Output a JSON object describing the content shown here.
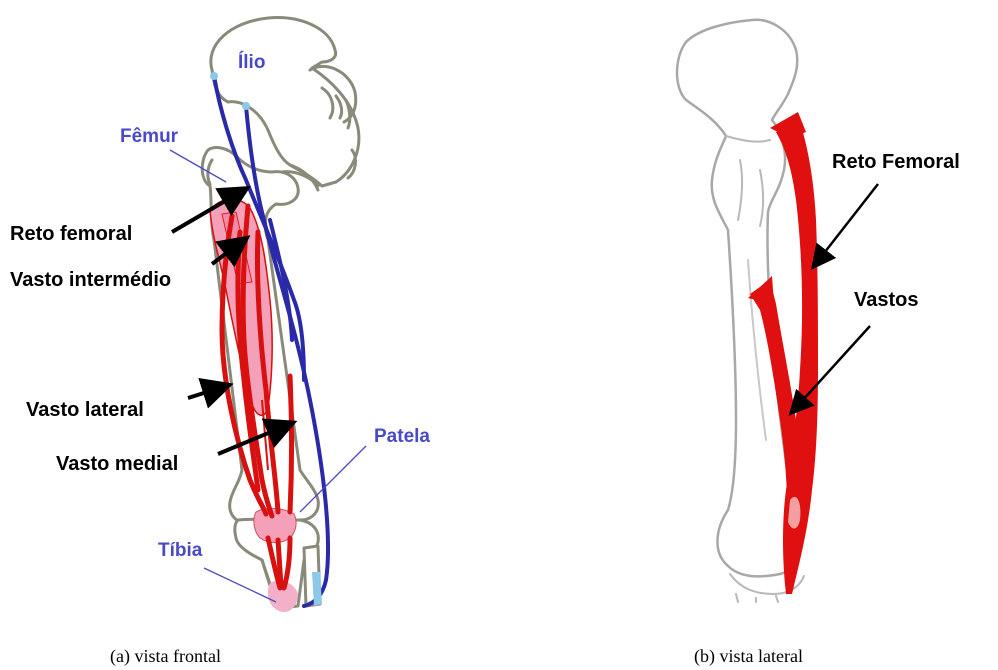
{
  "frontal_view": {
    "labels": {
      "ilio": "Ílio",
      "femur": "Fêmur",
      "reto_femoral": "Reto femoral",
      "vasto_intermedio": "Vasto intermédio",
      "vasto_lateral": "Vasto lateral",
      "vasto_medial": "Vasto medial",
      "patela": "Patela",
      "tibia": "Tíbia"
    },
    "caption": "(a)  vista frontal"
  },
  "lateral_view": {
    "labels": {
      "reto_femoral": "Reto Femoral",
      "vastos": "Vastos"
    },
    "caption": "(b)  vista lateral"
  },
  "colors": {
    "muscle_red": "#d81010",
    "muscle_pink": "#f4a0b8",
    "muscle_blue": "#2a2aa8",
    "label_blue": "#4a4ac8",
    "bone_outline": "#8a8a7a",
    "attachment_lightblue": "#8cc8e8"
  }
}
